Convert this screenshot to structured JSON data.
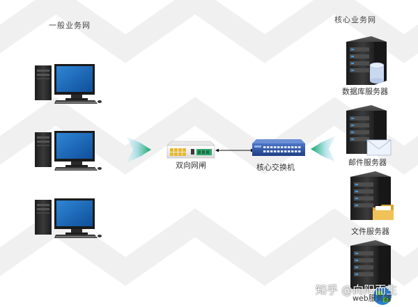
{
  "zones": {
    "general_business_network": "一般业务网",
    "core_business_network": "核心业务网"
  },
  "devices": {
    "gateway": "双向网闸",
    "core_switch": "核心交换机",
    "database_server": "数据库服务器",
    "mail_server": "邮件服务器",
    "file_server": "文件服务器",
    "web_server": "web服务器"
  },
  "watermark": "知乎 @向阳而生",
  "icons": {
    "workstations": [
      "desktop-computer-icon",
      "desktop-computer-icon",
      "desktop-computer-icon"
    ],
    "servers": [
      "database-server-icon",
      "mail-server-icon",
      "file-server-icon",
      "web-server-icon"
    ],
    "gateway": "gateway-icon",
    "switch": "network-switch-icon",
    "arrows": [
      "incoming-arrow-icon",
      "incoming-arrow-icon",
      "bidirectional-link-icon"
    ]
  },
  "colors": {
    "screen_blue": "#1b5fa8",
    "server_dark": "#2b2b2b",
    "switch_blue": "#2c4f9e",
    "arrow_green": "#1fae72",
    "arrow_teal": "#2fb3c9",
    "background_chevron": "#f1f1f1"
  }
}
